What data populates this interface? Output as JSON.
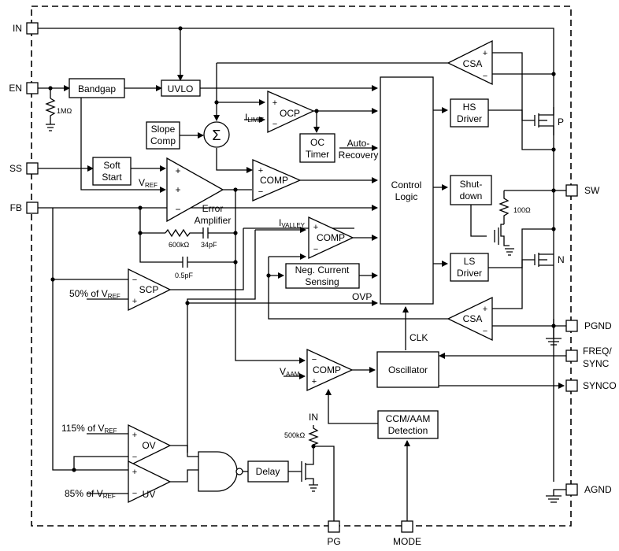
{
  "pins": {
    "in": "IN",
    "en": "EN",
    "ss": "SS",
    "fb": "FB",
    "sw": "SW",
    "pgnd": "PGND",
    "freq_sync": [
      "FREQ/",
      "SYNC"
    ],
    "synco": "SYNCO",
    "agnd": "AGND",
    "pg": "PG",
    "mode": "MODE"
  },
  "blocks": {
    "bandgap": "Bandgap",
    "uvlo": "UVLO",
    "slope_comp": [
      "Slope",
      "Comp"
    ],
    "soft_start": [
      "Soft",
      "Start"
    ],
    "oc_timer": [
      "OC",
      "Timer"
    ],
    "auto_recovery": [
      "Auto-",
      "Recovery"
    ],
    "control_logic": [
      "Control",
      "Logic"
    ],
    "hs_driver": [
      "HS",
      "Driver"
    ],
    "shutdown": [
      "Shut-",
      "down"
    ],
    "ls_driver": [
      "LS",
      "Driver"
    ],
    "neg_current_sensing": [
      "Neg. Current",
      "Sensing"
    ],
    "oscillator": "Oscillator",
    "ccm_aam_detection": [
      "CCM/AAM",
      "Detection"
    ],
    "delay": "Delay"
  },
  "amps": {
    "csa": "CSA",
    "ocp": "OCP",
    "comp": "COMP",
    "scp": "SCP",
    "ov": "OV",
    "uv": "UV",
    "error_amplifier": [
      "Error",
      "Amplifier"
    ]
  },
  "labels": {
    "ilimit_main": "I",
    "ilimit_sub": "LIMIT",
    "ivalley_main": "I",
    "ivalley_sub": "VALLEY",
    "vref_main": "V",
    "vref_sub": "REF",
    "vaam_main": "V",
    "vaam_sub": "AAM",
    "scp_ref_main": "50% of V",
    "scp_ref_sub": "REF",
    "ov_ref_main": "115% of V",
    "ov_ref_sub": "REF",
    "uv_ref_main": "85% of V",
    "uv_ref_sub": "REF",
    "ovp": "OVP",
    "clk": "CLK",
    "p": "P",
    "n": "N",
    "r_1m": "1MΩ",
    "r_600k": "600kΩ",
    "c_34p": "34pF",
    "c_05p": "0.5pF",
    "r_100": "100Ω",
    "r_500k": "500kΩ",
    "pg_pullup": "IN",
    "sum": "Σ",
    "plus": "+",
    "minus": "−"
  }
}
